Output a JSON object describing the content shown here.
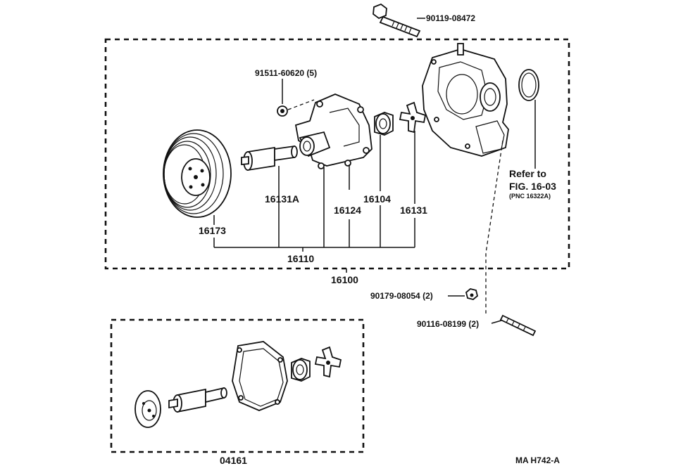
{
  "labels": {
    "bolt_top": "90119-08472",
    "bolt_5": "91511-60620 (5)",
    "refer_line1": "Refer to",
    "refer_line2": "FIG. 16-03",
    "refer_line3": "(PNC 16322A)",
    "shaft": "16131A",
    "cover": "16124",
    "seal": "16104",
    "impeller": "16131",
    "pulley": "16173",
    "assy_sub": "16110",
    "assy": "16100",
    "nut": "90179-08054 (2)",
    "stud": "90116-08199 (2)",
    "kit": "04161",
    "fig_code": "MA  H742-A"
  }
}
